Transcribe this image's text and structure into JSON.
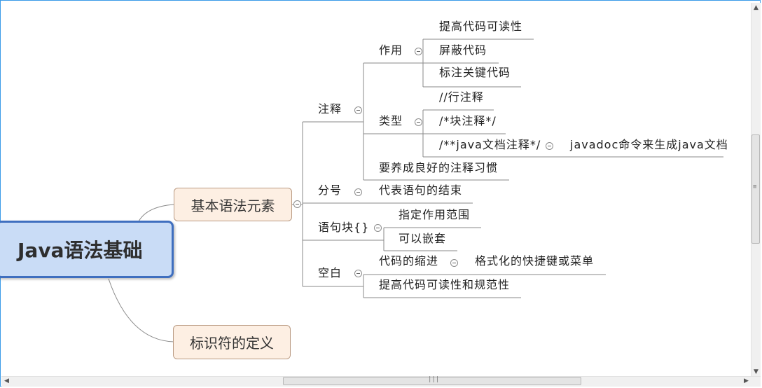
{
  "central": {
    "label": "Java语法基础"
  },
  "branches": {
    "basic": "基本语法元素",
    "identifier": "标识符的定义"
  },
  "topics": {
    "comment": "注释",
    "semicolon": "分号",
    "block": "语句块{}",
    "whitespace": "空白"
  },
  "comment": {
    "purpose": {
      "label": "作用",
      "items": [
        "提高代码可读性",
        "屏蔽代码",
        "标注关键代码"
      ]
    },
    "types": {
      "label": "类型",
      "items": [
        "//行注释",
        "/*块注释*/",
        "/**java文档注释*/"
      ],
      "javadoc_child": "javadoc命令来生成java文档"
    },
    "habit": "要养成良好的注释习惯"
  },
  "semicolon_child": "代表语句的结束",
  "block_children": [
    "指定作用范围",
    "可以嵌套"
  ],
  "whitespace": {
    "indent": "代码的缩进",
    "indent_child": "格式化的快捷键或菜单",
    "readability": "提高代码可读性和规范性"
  },
  "colors": {
    "central_fill": "#c9dcf6",
    "central_border": "#3f6fbf",
    "branch_fill": "#fdefe3",
    "line": "#8a8a8a"
  },
  "icons": [
    "collapse-toggle-icon",
    "scroll-grip-icon",
    "scroll-arrow-icon"
  ]
}
